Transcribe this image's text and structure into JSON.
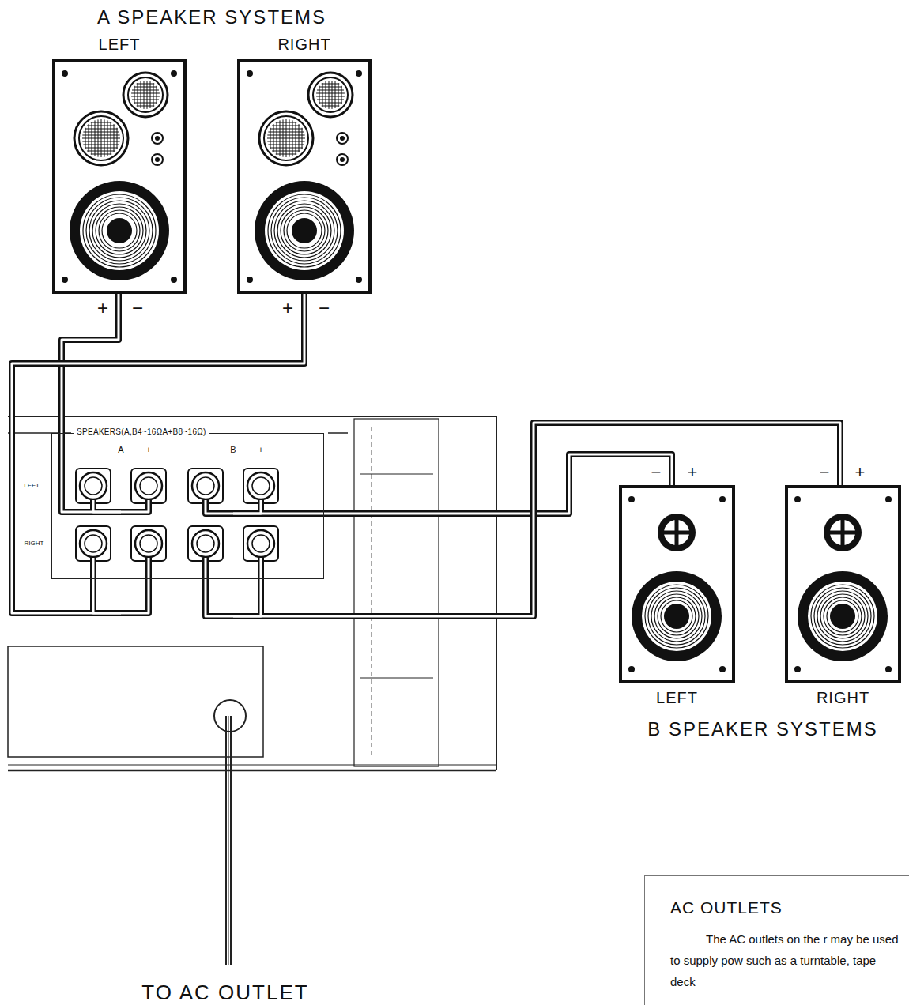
{
  "diagram": {
    "nodes": [
      {
        "text": [
          "LEFT"
        ]
      },
      {
        "text": [
          "RIGHT"
        ]
      },
      {
        "text": [
          "SPEAKERS(A,B4~16ΩA+B8~16Ω)"
        ]
      },
      {
        "text": [
          "LEFT"
        ]
      },
      {
        "text": [
          "RIGHT"
        ]
      },
      {
        "text": [
          "AC OUTLETS",
          "The AC outlets on the r may be used to supply pow such as a turntable, tape deck"
        ]
      }
    ],
    "edges": [
      {
        "from": 0,
        "to": 2,
        "arrow": "none"
      },
      {
        "from": 1,
        "to": 2,
        "arrow": "none"
      },
      {
        "from": 3,
        "to": 2,
        "arrow": "none"
      },
      {
        "from": 4,
        "to": 2,
        "arrow": "none"
      }
    ],
    "labels": [
      "A SPEAKER SYSTEMS",
      "+",
      "−",
      "+",
      "−",
      "−",
      "A",
      "+",
      "−",
      "B",
      "+",
      "LEFT",
      "RIGHT",
      "−",
      "+",
      "−",
      "+",
      "B SPEAKER SYSTEMS",
      "TO AC OUTLET"
    ]
  }
}
